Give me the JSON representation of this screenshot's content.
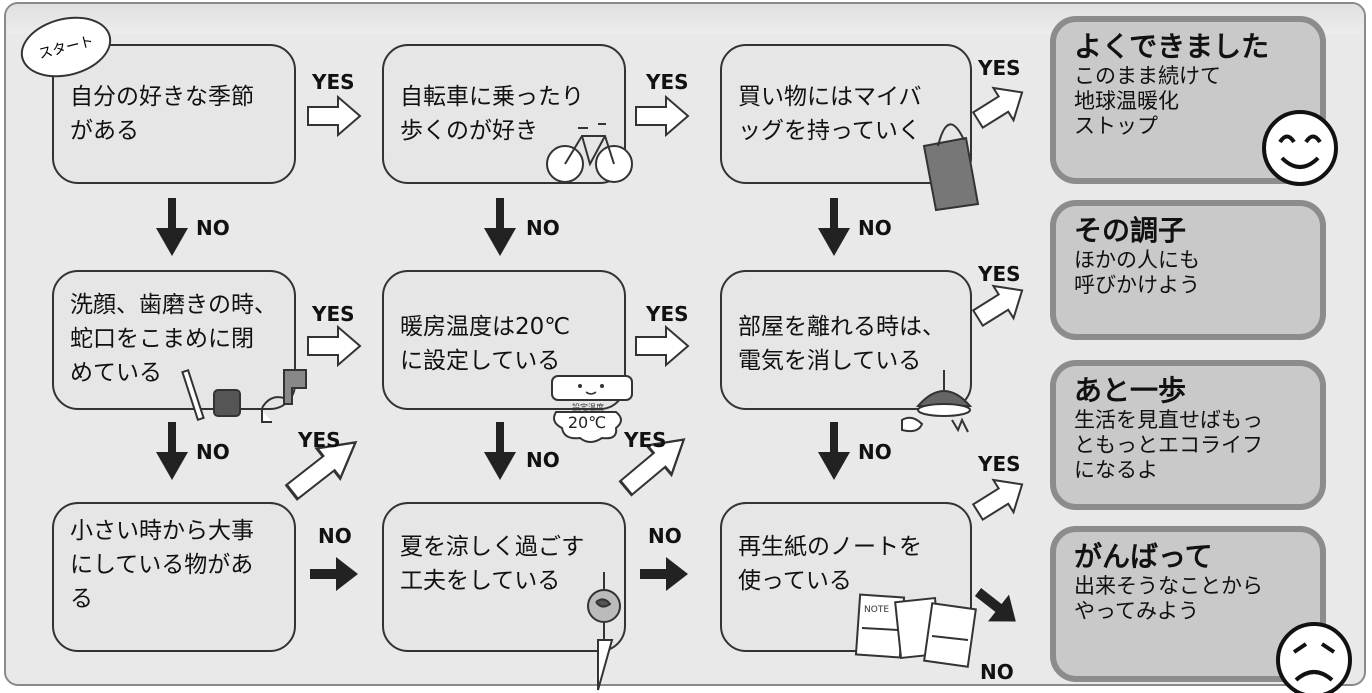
{
  "start_label": "スタート",
  "questions": {
    "q1": "自分の好きな季節\nがある",
    "q2": "自転車に乗ったり\n歩くのが好き",
    "q3": "買い物にはマイバ\nッグを持っていく",
    "q4": "洗顔、歯磨きの時、\n蛇口をこまめに閉\nめている",
    "q5": "暖房温度は20℃\nに設定している",
    "q6": "部屋を離れる時は、\n電気を消している",
    "q7": "小さい時から大事\nにしている物があ\nる",
    "q8": "夏を涼しく過ごす\n工夫をしている",
    "q9": "再生紙のノートを\n使っている"
  },
  "results": [
    {
      "title": "よくできました",
      "body": "このまま続けて\n地球温暖化\nストップ"
    },
    {
      "title": "その調子",
      "body": "ほかの人にも\n呼びかけよう"
    },
    {
      "title": "あと一歩",
      "body": "生活を見直せばもっ\nともっとエコライフ\nになるよ"
    },
    {
      "title": "がんばって",
      "body": "出来そうなことから\nやってみよう"
    }
  ],
  "labels": {
    "yes": "YES",
    "no": "NO"
  },
  "aircon_setting_label": "設定温度",
  "aircon_temp": "20℃",
  "note_label": "NOTE",
  "colors": {
    "question_fill": "#e6e6e6",
    "result_fill": "#c9c9c9",
    "result_border": "#8c8c8c",
    "background": "#e9e9e9"
  }
}
